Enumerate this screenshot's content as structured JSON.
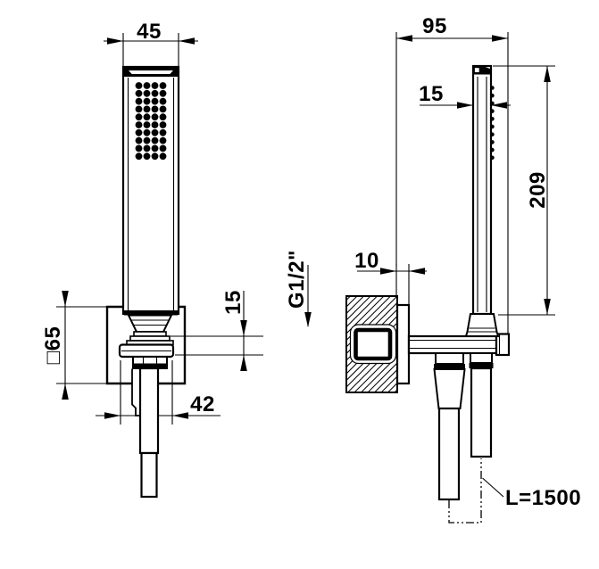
{
  "colors": {
    "line": "#000000",
    "background": "#ffffff"
  },
  "front_view": {
    "head_width": "45",
    "bracket_square": "□65",
    "holder_height": "15",
    "holder_width": "42"
  },
  "side_view": {
    "reach": "95",
    "head_thickness": "15",
    "handle_length": "209",
    "flange_depth": "10",
    "thread_size": "G1/2\"",
    "hose_length": "L=1500"
  }
}
